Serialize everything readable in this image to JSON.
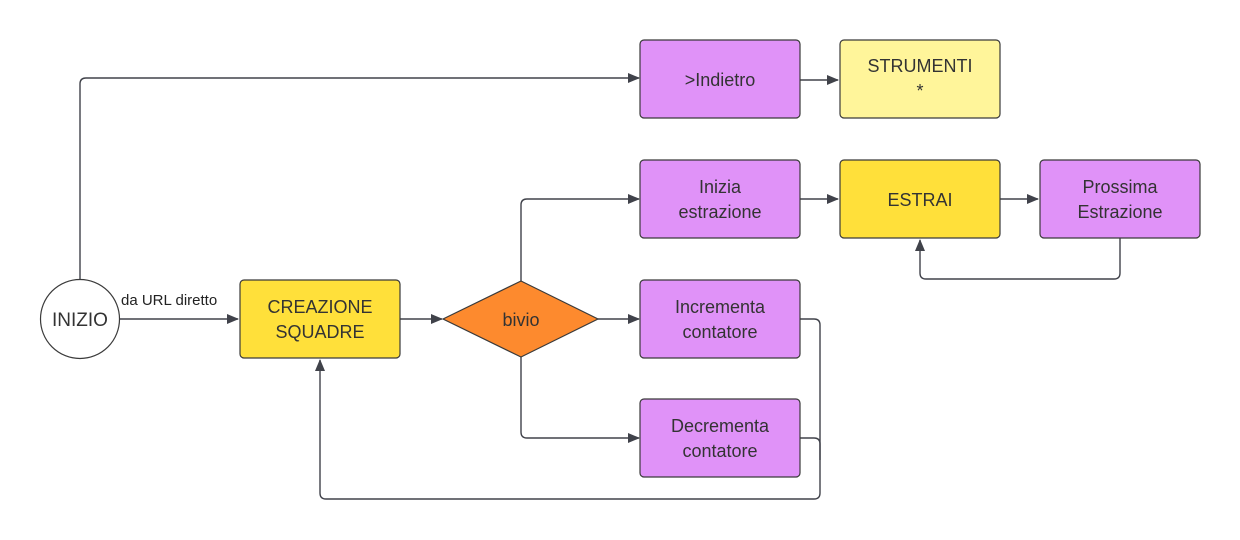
{
  "colors": {
    "purple": "#e092f8",
    "yellow_light": "#fff59a",
    "yellow": "#ffe03a",
    "orange": "#fd8a2e",
    "white": "#ffffff",
    "stroke": "#3a3a3a",
    "edge": "#40424a"
  },
  "nodes": {
    "inizio": "INIZIO",
    "creazione_line1": "CREAZIONE",
    "creazione_line2": "SQUADRE",
    "bivio": "bivio",
    "indietro": ">Indietro",
    "strumenti_line1": "STRUMENTI",
    "strumenti_line2": "*",
    "inizia_line1": "Inizia",
    "inizia_line2": "estrazione",
    "estrai": "ESTRAI",
    "prossima_line1": "Prossima",
    "prossima_line2": "Estrazione",
    "incrementa_line1": "Incrementa",
    "incrementa_line2": "contatore",
    "decrementa_line1": "Decrementa",
    "decrementa_line2": "contatore"
  },
  "edge_labels": {
    "url_diretto": "da URL diretto"
  }
}
